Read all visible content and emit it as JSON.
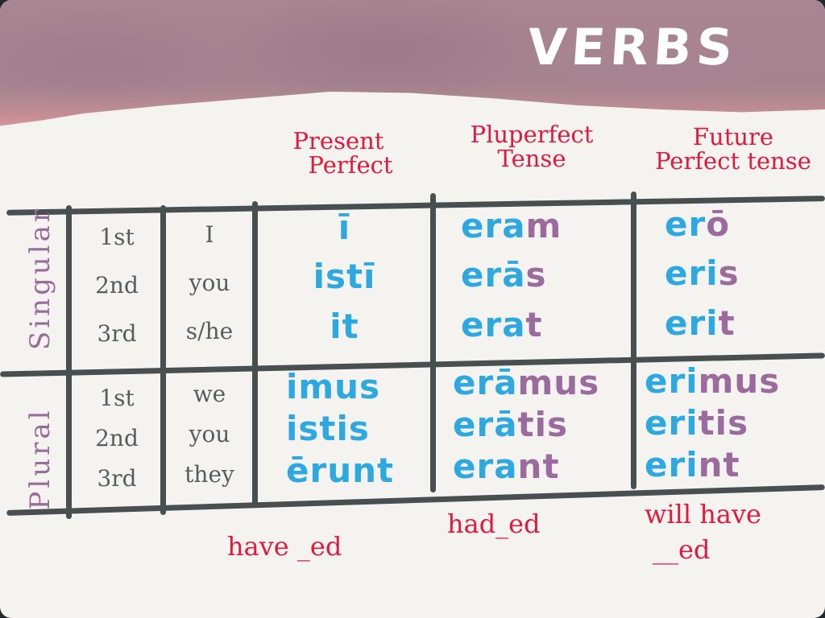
{
  "title": "VERBS",
  "columns": [
    {
      "line1": "Present",
      "line2": "Perfect"
    },
    {
      "line1": "Pluperfect",
      "line2": "Tense"
    },
    {
      "line1": "Future",
      "line2": "Perfect tense"
    }
  ],
  "groups": [
    {
      "label": "Singular",
      "persons": [
        "1st",
        "2nd",
        "3rd"
      ],
      "pronouns": [
        "I",
        "you",
        "s/he"
      ],
      "present_perfect": [
        {
          "stem": "ī",
          "ending": ""
        },
        {
          "stem": "istī",
          "ending": ""
        },
        {
          "stem": "it",
          "ending": ""
        }
      ],
      "pluperfect": [
        {
          "stem": "era",
          "ending": "m"
        },
        {
          "stem": "erā",
          "ending": "s"
        },
        {
          "stem": "era",
          "ending": "t"
        }
      ],
      "future_perfect": [
        {
          "stem": "er",
          "ending": "ō"
        },
        {
          "stem": "eri",
          "ending": "s"
        },
        {
          "stem": "eri",
          "ending": "t"
        }
      ]
    },
    {
      "label": "Plural",
      "persons": [
        "1st",
        "2nd",
        "3rd"
      ],
      "pronouns": [
        "we",
        "you",
        "they"
      ],
      "present_perfect": [
        {
          "stem": "imus",
          "ending": ""
        },
        {
          "stem": "istis",
          "ending": ""
        },
        {
          "stem": "ērunt",
          "ending": ""
        }
      ],
      "pluperfect": [
        {
          "stem": "erā",
          "ending": "mus"
        },
        {
          "stem": "erā",
          "ending": "tis"
        },
        {
          "stem": "era",
          "ending": "nt"
        }
      ],
      "future_perfect": [
        {
          "stem": "eri",
          "ending": "mus"
        },
        {
          "stem": "eri",
          "ending": "tis"
        },
        {
          "stem": "eri",
          "ending": "nt"
        }
      ]
    }
  ],
  "translations": {
    "present_perfect": "have _ed",
    "pluperfect": "had_ed",
    "future_perfect_line1": "will have",
    "future_perfect_line2": "__ed"
  },
  "colors": {
    "stem": "#2ea8e0",
    "ending": "#9b6b9e",
    "header": "#e0193f",
    "grid": "#474f51",
    "banner": "#a88590",
    "paper": "#f4f3f0"
  }
}
